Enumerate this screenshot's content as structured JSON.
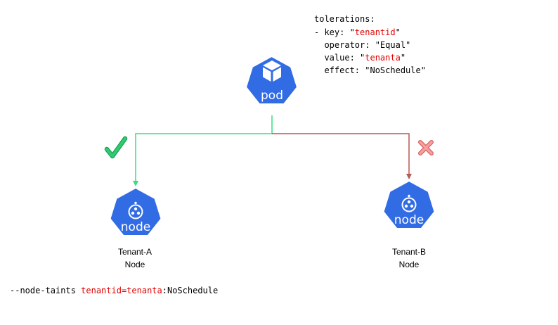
{
  "pod": {
    "label": "pod"
  },
  "tolerations": {
    "header": "tolerations:",
    "key_prefix": "- key: \"",
    "key_value": "tenantid",
    "key_suffix": "\"",
    "operator_line": "  operator: \"Equal\"",
    "value_prefix": "  value: \"",
    "value_value": "tenanta",
    "value_suffix": "\"",
    "effect_line": "  effect: \"NoSchedule\""
  },
  "nodes": [
    {
      "icon_label": "node",
      "caption_line1": "Tenant-A",
      "caption_line2": "Node",
      "status": "allowed"
    },
    {
      "icon_label": "node",
      "caption_line1": "Tenant-B",
      "caption_line2": "Node",
      "status": "rejected"
    }
  ],
  "taint_command": {
    "prefix": "--node-taints ",
    "highlight": "tenantid=tenanta",
    "suffix": ":NoSchedule"
  },
  "colors": {
    "k8s_blue": "#326ce5",
    "allowed_green": "#33e07f",
    "check_green": "#2ecc71",
    "rejected_red": "#b65a52",
    "cross_red": "#f08080",
    "highlight_red": "#e00000"
  },
  "icons": {
    "pod": "cube-icon",
    "node": "cluster-icon",
    "allowed": "check-icon",
    "rejected": "cross-icon"
  }
}
